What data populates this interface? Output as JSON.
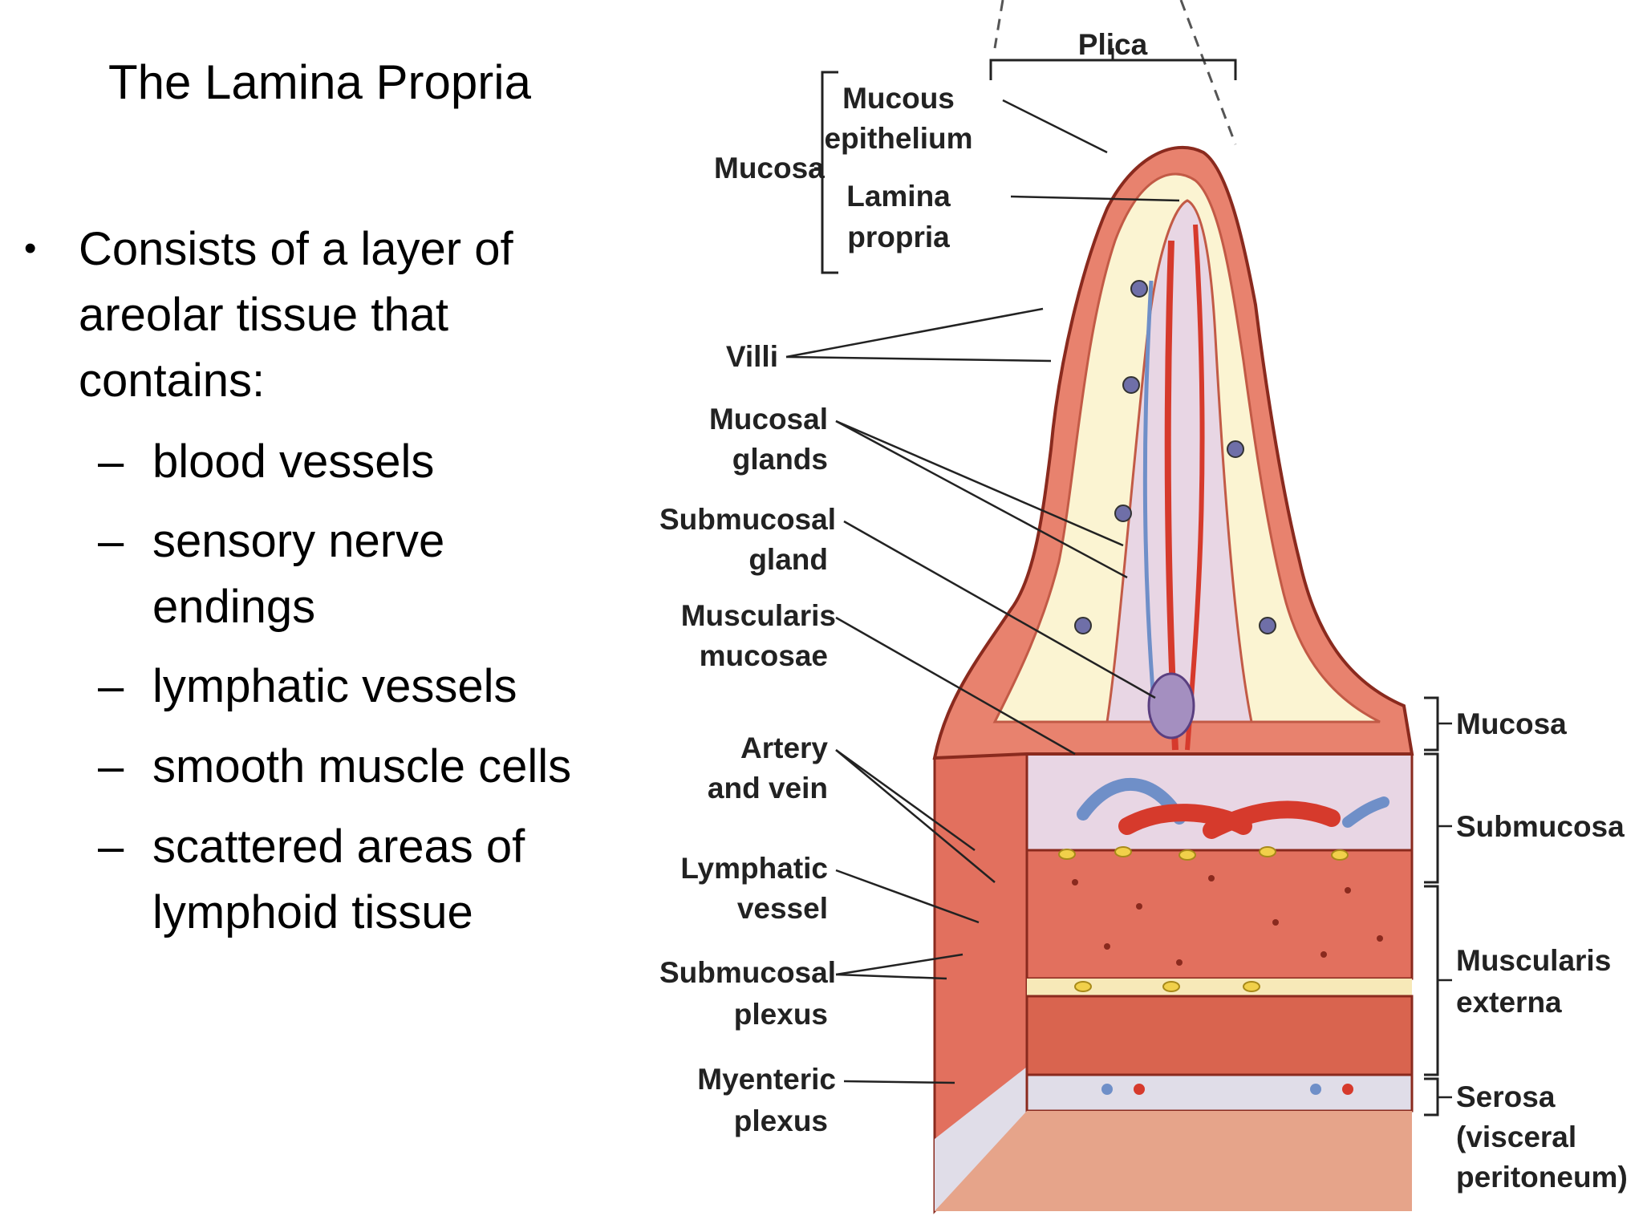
{
  "slide": {
    "title": "The Lamina Propria",
    "bullet": "Consists of a layer of areolar tissue that contains:",
    "sub_items": [
      "blood vessels",
      "sensory nerve endings",
      "lymphatic vessels",
      "smooth muscle cells",
      "scattered areas of lymphoid tissue"
    ]
  },
  "diagram": {
    "labels_left": {
      "mucosa": "Mucosa",
      "mucous_epithelium": [
        "Mucous",
        "epithelium"
      ],
      "lamina_propria": [
        "Lamina",
        "propria"
      ],
      "plica": "Plica",
      "villi": "Villi",
      "mucosal_glands": [
        "Mucosal",
        "glands"
      ],
      "submucosal_gland": [
        "Submucosal",
        "gland"
      ],
      "muscularis_mucosae": [
        "Muscularis",
        "mucosae"
      ],
      "artery_vein": [
        "Artery",
        "and vein"
      ],
      "lymphatic_vessel": [
        "Lymphatic",
        "vessel"
      ],
      "submucosal_plexus": [
        "Submucosal",
        "plexus"
      ],
      "myenteric_plexus": [
        "Myenteric",
        "plexus"
      ]
    },
    "labels_right": {
      "mucosa": "Mucosa",
      "submucosa": "Submucosa",
      "muscularis_externa": [
        "Muscularis",
        "externa"
      ],
      "serosa": [
        "Serosa",
        "(visceral",
        "peritoneum)"
      ]
    },
    "colors": {
      "epithelium": "#e8826e",
      "lamina": "#fbf4d2",
      "submucosa": "#e8d6e4",
      "muscle": "#e2705e",
      "serosa": "#e0dde8",
      "artery": "#d63a2c",
      "vein": "#6f8fc8",
      "nerve": "#f1d04a"
    }
  }
}
